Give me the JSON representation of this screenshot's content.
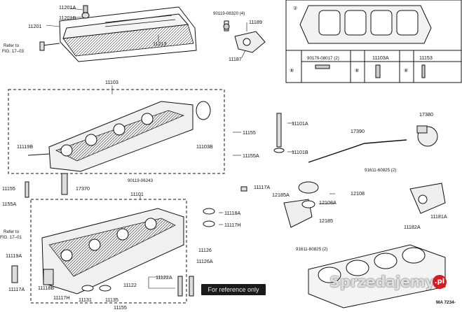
{
  "labels": {
    "l11201A": "11201A",
    "l11201B": "11201B",
    "l11201": "11201",
    "l11213": "11213",
    "ref1703a": "Refer to",
    "ref1703b": "FIG. 17–03",
    "l90119_08320": "90119-08320 (4)",
    "l11189": "11189",
    "l11187": "11187",
    "l90179_08017": "90179-08017 (2)",
    "l11103A": "11103A",
    "l11153": "11153",
    "l11103": "11103",
    "l11155a": "11155",
    "l11103B": "11103B",
    "l11155A": "11155A",
    "l11119B": "11119B",
    "l11101A": "11101A",
    "l11101B": "11101B",
    "l17390": "17390",
    "l17380": "17380",
    "l91611_60825a": "91611-60825 (2)",
    "l90119_06243": "90119-06243",
    "l11101": "11101",
    "l11117A_top": "11117A",
    "l11155b": "11155",
    "l17370": "17370",
    "l1155A": "1155A",
    "l11118A": "11118A",
    "l11117H": "11117H",
    "l12185A": "12185A",
    "l12108A": "12108A",
    "l12108": "12108",
    "l12185": "12185",
    "l91611_60825b": "91611-60825 (2)",
    "l11182A": "11182A",
    "l11181A": "11181A",
    "ref1701a": "Refer to",
    "ref1701b": "FIG. 17–01",
    "l11119A": "11119A",
    "l11126": "11126",
    "l11126A": "11126A",
    "l11122A": "11122A",
    "l11122": "11122",
    "l11117A_bot": "11117A",
    "l11118B": "11118B",
    "l11117H_bot": "11117H",
    "l11131": "11131",
    "l11135": "11135",
    "l11155c": "11155",
    "tableNumA": "⑧",
    "tableNumB": "⑧",
    "tableNumC": "⑧",
    "tableNumD": "②"
  },
  "overlay": {
    "reference": "For reference only"
  },
  "watermark": {
    "text": "Sprzedajemy",
    "suffix": ".pl"
  },
  "figure_code": "MA 7234-"
}
